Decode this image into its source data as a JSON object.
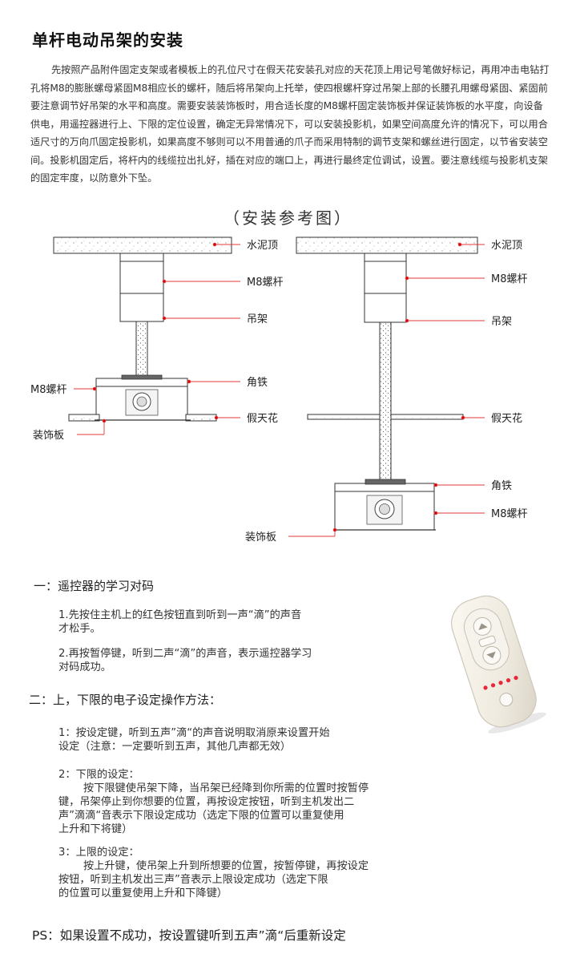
{
  "title": "单杆电动吊架的安装",
  "intro": "先按照产品附件固定支架或者模板上的孔位尺寸在假天花安装孔对应的天花顶上用记号笔做好标记，再用冲击电钻打孔将M8的膨胀螺母紧固M8相应长的螺杆，随后将吊架向上托举，使四根螺杆穿过吊架上部的长腰孔用螺母紧固、紧固前要注意调节好吊架的水平和高度。需要安装装饰板时，用合适长度的M8螺杆固定装饰板并保证装饰板的水平度，向设备供电，用遥控器进行上、下限的定位设置，确定无异常情况下，可以安装投影机，如果空间高度允许的情况下，可以用合适尺寸的万向爪固定投影机，如果高度不够则可以不用普通的爪子而采用特制的调节支架和螺丝进行固定，以节省安装空间。投影机固定后，将杆内的线缆拉出扎好，插在对应的端口上，再进行最终定位调试，设置。要注意线缆与投影机支架的固定牢度，以防意外下坠。",
  "diagram": {
    "title": "（安装参考图）",
    "left_labels": {
      "ceiling": "水泥顶",
      "m8_rod": "M8螺杆",
      "hanger": "吊架",
      "m8_rod_side": "M8螺杆",
      "angle_iron": "角铁",
      "false_ceiling": "假天花",
      "deco_board": "装饰板"
    },
    "right_labels": {
      "ceiling": "水泥顶",
      "m8_rod": "M8螺杆",
      "hanger": "吊架",
      "false_ceiling": "假天花",
      "angle_iron": "角铁",
      "m8_rod_bottom": "M8螺杆",
      "deco_board": "装饰板"
    }
  },
  "section1": {
    "heading": "一：遥控器的学习对码",
    "step1_line1": "1.先按住主机上的红色按钮直到听到一声“滴”的声音",
    "step1_line2": "才松手。",
    "step2_line1": "2.再按暂停键，听到二声“滴”的声音，表示遥控器学习",
    "step2_line2": "对码成功。"
  },
  "section2": {
    "heading": "二：上，下限的电子设定操作方法：",
    "s1_line1": "1：按设定键，听到五声”滴“的声音说明取消原来设置开始",
    "s1_line2": "设定（注意：一定要听到五声，其他几声都无效）",
    "s2_title": "2：下限的设定：",
    "s2_line1": "按下限键使吊架下降，当吊架已经降到你所需的位置时按暂停",
    "s2_line2": "键，吊架停止到你想要的位置，再按设定按钮，听到主机发出二",
    "s2_line3": "声”滴滴“音表示下限设定成功（选定下限的位置可以重复使用",
    "s2_line4": "上升和下将键）",
    "s3_title": "3：上限的设定：",
    "s3_line1": "按上升键，使吊架上升到所想要的位置，按暂停键，再按设定",
    "s3_line2": "按钮，听到主机发出三声”音表示上限设定成功（选定下限",
    "s3_line3": "的位置可以重复使用上升和下降键）"
  },
  "ps": "PS：如果设置不成功，按设置键听到五声”滴“后重新设定",
  "colors": {
    "leader": "#e23a3a",
    "dot": "#d80000",
    "line": "#333333",
    "led": "#e8283a",
    "remote": "#f3efe6"
  }
}
